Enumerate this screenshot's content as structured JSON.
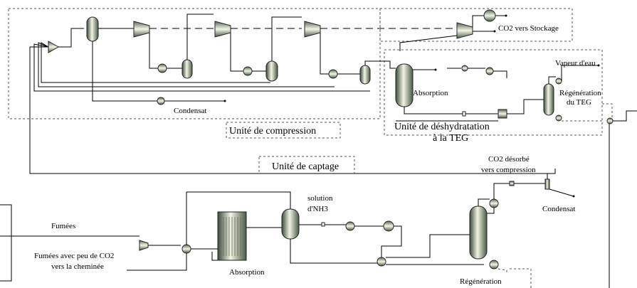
{
  "labels": {
    "co2_storage": "CO2 vers Stockage",
    "condensat_top": "Condensat",
    "compression_unit": "Unité de compression",
    "vapeur_eau": "Vapeur d'eau",
    "absorption_top": "Absorption",
    "regen_teg_1": "Régénération",
    "regen_teg_2": "du TEG",
    "dehydration_1": "Unité de déshydratation",
    "dehydration_2": "à la TEG",
    "capture_unit": "Unité de captage",
    "co2_desorbe_1": "CO2 désorbé",
    "co2_desorbe_2": "vers compression",
    "nh3_1": "solution",
    "nh3_2": "d'NH3",
    "fumees": "Fumées",
    "fumees_low_1": "Fumées avec peu de CO2",
    "fumees_low_2": "vers la cheminée",
    "condensat_bottom": "Condensat",
    "absorption_bottom": "Absorption",
    "regeneration": "Régénération"
  },
  "colors": {
    "line": "#000000",
    "dash_box": "#555555",
    "vessel_dark": "#3c4a3c",
    "vessel_light": "#f2f5e4"
  }
}
